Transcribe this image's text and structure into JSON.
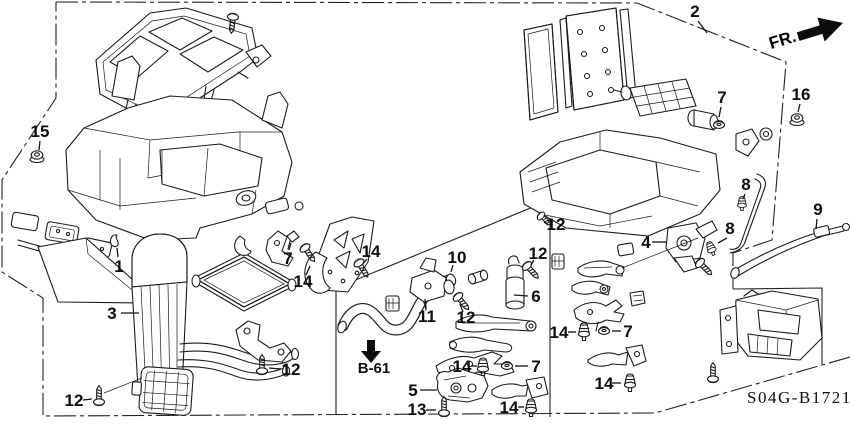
{
  "colors": {
    "background": "#ffffff",
    "line": "#1c1c1c"
  },
  "direction_indicator": {
    "label": "FR."
  },
  "section_reference": {
    "label": "B-61"
  },
  "drawing_code": {
    "label": "S04G-B1721"
  },
  "callouts": [
    {
      "text": "15"
    },
    {
      "text": "2"
    },
    {
      "text": "16"
    },
    {
      "text": "7"
    },
    {
      "text": "8"
    },
    {
      "text": "8"
    },
    {
      "text": "9"
    },
    {
      "text": "1"
    },
    {
      "text": "3"
    },
    {
      "text": "7"
    },
    {
      "text": "14"
    },
    {
      "text": "14"
    },
    {
      "text": "12"
    },
    {
      "text": "12"
    },
    {
      "text": "10"
    },
    {
      "text": "11"
    },
    {
      "text": "12"
    },
    {
      "text": "12"
    },
    {
      "text": "12"
    },
    {
      "text": "6"
    },
    {
      "text": "14"
    },
    {
      "text": "7"
    },
    {
      "text": "5"
    },
    {
      "text": "13"
    },
    {
      "text": "14"
    },
    {
      "text": "14"
    },
    {
      "text": "7"
    },
    {
      "text": "14"
    },
    {
      "text": "4"
    }
  ]
}
